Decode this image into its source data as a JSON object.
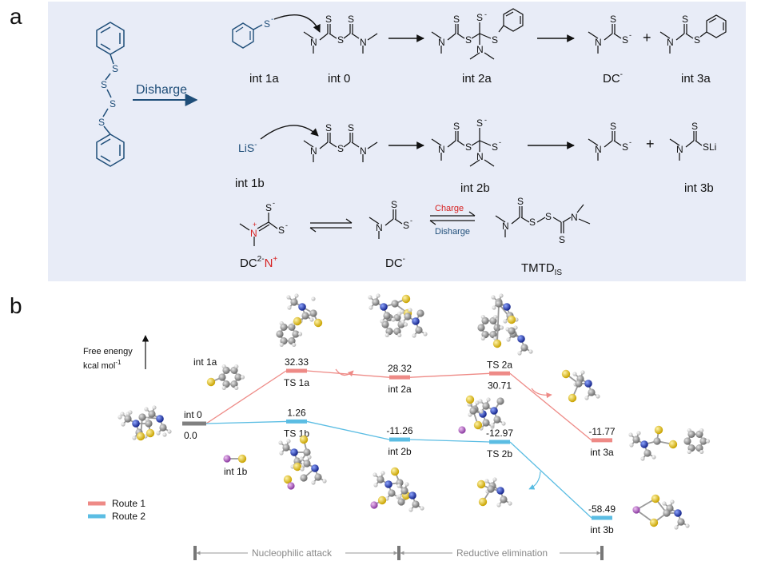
{
  "panel_a": {
    "label": "a",
    "discharge_arrow_label": "Disharge",
    "start_atoms": {
      "s1": "S",
      "s2": "S",
      "s3": "S",
      "s4": "S"
    },
    "row1": {
      "nucleophile_S": "S",
      "nucleophile_charge": "-",
      "int1a_label": "int 1a",
      "int0_label": "int 0",
      "int2a_label": "int 2a",
      "dc_label": "DC",
      "dc_charge": "-",
      "plus": "+",
      "int3a_label": "int 3a"
    },
    "row2": {
      "lis_text": "LiS",
      "lis_charge": "-",
      "int1b_label": "int 1b",
      "int2b_label": "int 2b",
      "plus": "+",
      "sli_text": "SLi",
      "int3b_label": "int 3b"
    },
    "row3": {
      "dc2n_label": "DC",
      "dc2n_sup": "2-",
      "dc2n_n": "N",
      "dc2n_nsup": "+",
      "dc_label": "DC",
      "dc_charge": "-",
      "charge_label": "Charge",
      "discharge_label": "Disharge",
      "tmtd_label": "TMTD",
      "tmtd_sub": "IS"
    },
    "atoms": {
      "S": "S",
      "N": "N",
      "S_minus": "S",
      "minus": "-",
      "N_plus": "N",
      "plus": "+"
    }
  },
  "panel_b": {
    "label": "b",
    "axis_label_line1": "Free enengy",
    "axis_label_line2": "kcal mol",
    "axis_label_sup": "-1",
    "phase1": "Nucleophilic attack",
    "phase2": "Reductive elimination",
    "colors": {
      "route1": "#ee8a86",
      "route2": "#5bbde3",
      "start": "#808080"
    }
  },
  "chart_data": {
    "type": "energy-profile",
    "title": "",
    "ylabel": "Free enengy kcal mol-1",
    "start": {
      "name": "int 0",
      "value": 0.0,
      "value_label": "0.0"
    },
    "side_labels": {
      "int1a": "int 1a",
      "int1b": "int 1b"
    },
    "series": [
      {
        "name": "Route 1",
        "color": "#ee8a86",
        "points": [
          {
            "name": "TS 1a",
            "value": 32.33,
            "value_label": "32.33"
          },
          {
            "name": "int 2a",
            "value": 28.32,
            "value_label": "28.32"
          },
          {
            "name": "TS 2a",
            "value": 30.71,
            "value_label": "30.71"
          },
          {
            "name": "int 3a",
            "value": -11.77,
            "value_label": "-11.77"
          }
        ]
      },
      {
        "name": "Route 2",
        "color": "#5bbde3",
        "points": [
          {
            "name": "TS 1b",
            "value": 1.26,
            "value_label": "1.26"
          },
          {
            "name": "int 2b",
            "value": -11.26,
            "value_label": "-11.26"
          },
          {
            "name": "TS 2b",
            "value": -12.97,
            "value_label": "-12.97"
          },
          {
            "name": "int 3b",
            "value": -58.49,
            "value_label": "-58.49"
          }
        ]
      }
    ]
  }
}
